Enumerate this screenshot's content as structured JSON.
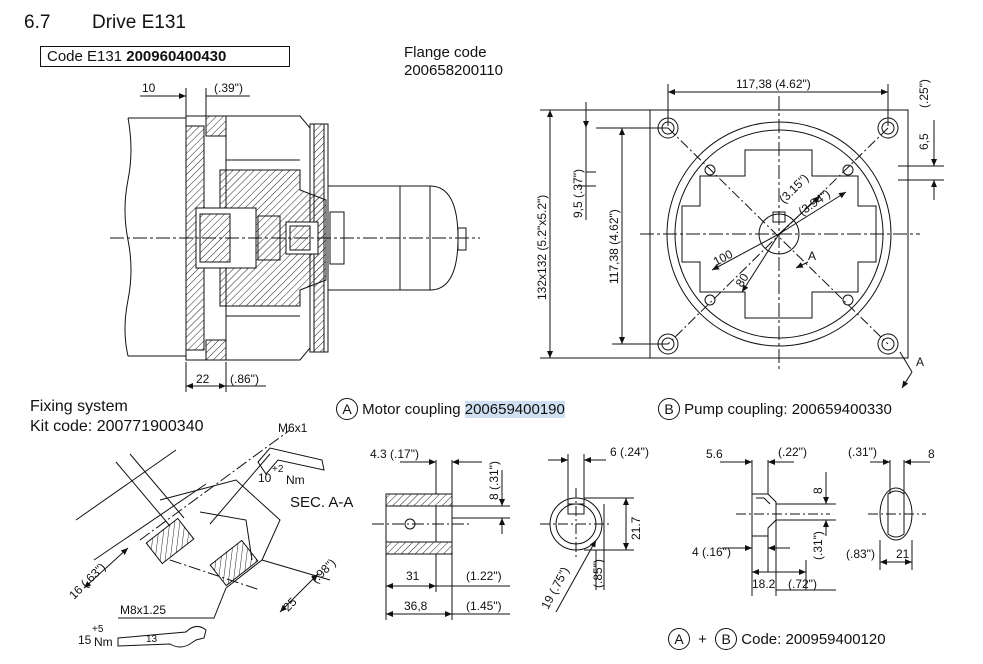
{
  "header": {
    "section_number": "6.7",
    "section_title": "Drive E131"
  },
  "code_box": {
    "label": "Code E131",
    "value": "200960400430"
  },
  "flange": {
    "line1": "Flange code",
    "line2": "200658200110"
  },
  "fixing": {
    "title": "Fixing system",
    "kit": "Kit code: 200771900340"
  },
  "motor_coupling": {
    "letter": "A",
    "label": "Motor coupling",
    "code": "200659400190"
  },
  "pump_coupling": {
    "letter": "B",
    "label": "Pump coupling: 200659400330"
  },
  "combined": {
    "a": "A",
    "plus": "+",
    "b": "B",
    "label": "Code: 200959400120"
  },
  "sec_label": "SEC. A-A",
  "dims": {
    "d10": "10",
    "d39": "(.39\")",
    "d22": "22",
    "d86": "(.86\")",
    "d11738top": "117,38  (4.62\")",
    "d25": "(.25\")",
    "d65": "6,5",
    "d132": "132x132  (5.2\"x5.2\")",
    "d95": "9,5  (.37\")",
    "d11738side": "117,38  (4.62\")",
    "d315": "(3.15\")",
    "d394": "(3.94\")",
    "d100": "100",
    "d80": "80",
    "dA1": "A",
    "dA2": "A",
    "m6": "M6x1",
    "torque1_val": "10",
    "torque1_sup": "+2",
    "torque1_unit": "Nm",
    "d16": "16 (.63\")",
    "m8": "M8x1.25",
    "d25b": "25",
    "d98": "(.98\")",
    "torque2_val": "15",
    "torque2_sup": "+5",
    "torque2_unit": "Nm",
    "wrench": "13",
    "a43": "4.3  (.17\")",
    "a8": "8 (.31\")",
    "a31": "31",
    "a122": "(1.22\")",
    "a368": "36,8",
    "a145": "(1.45\")",
    "b6": "6 (.24\")",
    "b217": "21.7",
    "b85": "(.85\")",
    "b19": "19 (.75\")",
    "c56": "5.6",
    "c22": "(.22\")",
    "c31top": "(.31\")",
    "c8top": "8",
    "c8side": "8",
    "c4": "4 (.16\")",
    "c31side": "(.31\")",
    "c182": "18.2",
    "c72": "(.72\")",
    "c83": "(.83\")",
    "c21": "21"
  }
}
